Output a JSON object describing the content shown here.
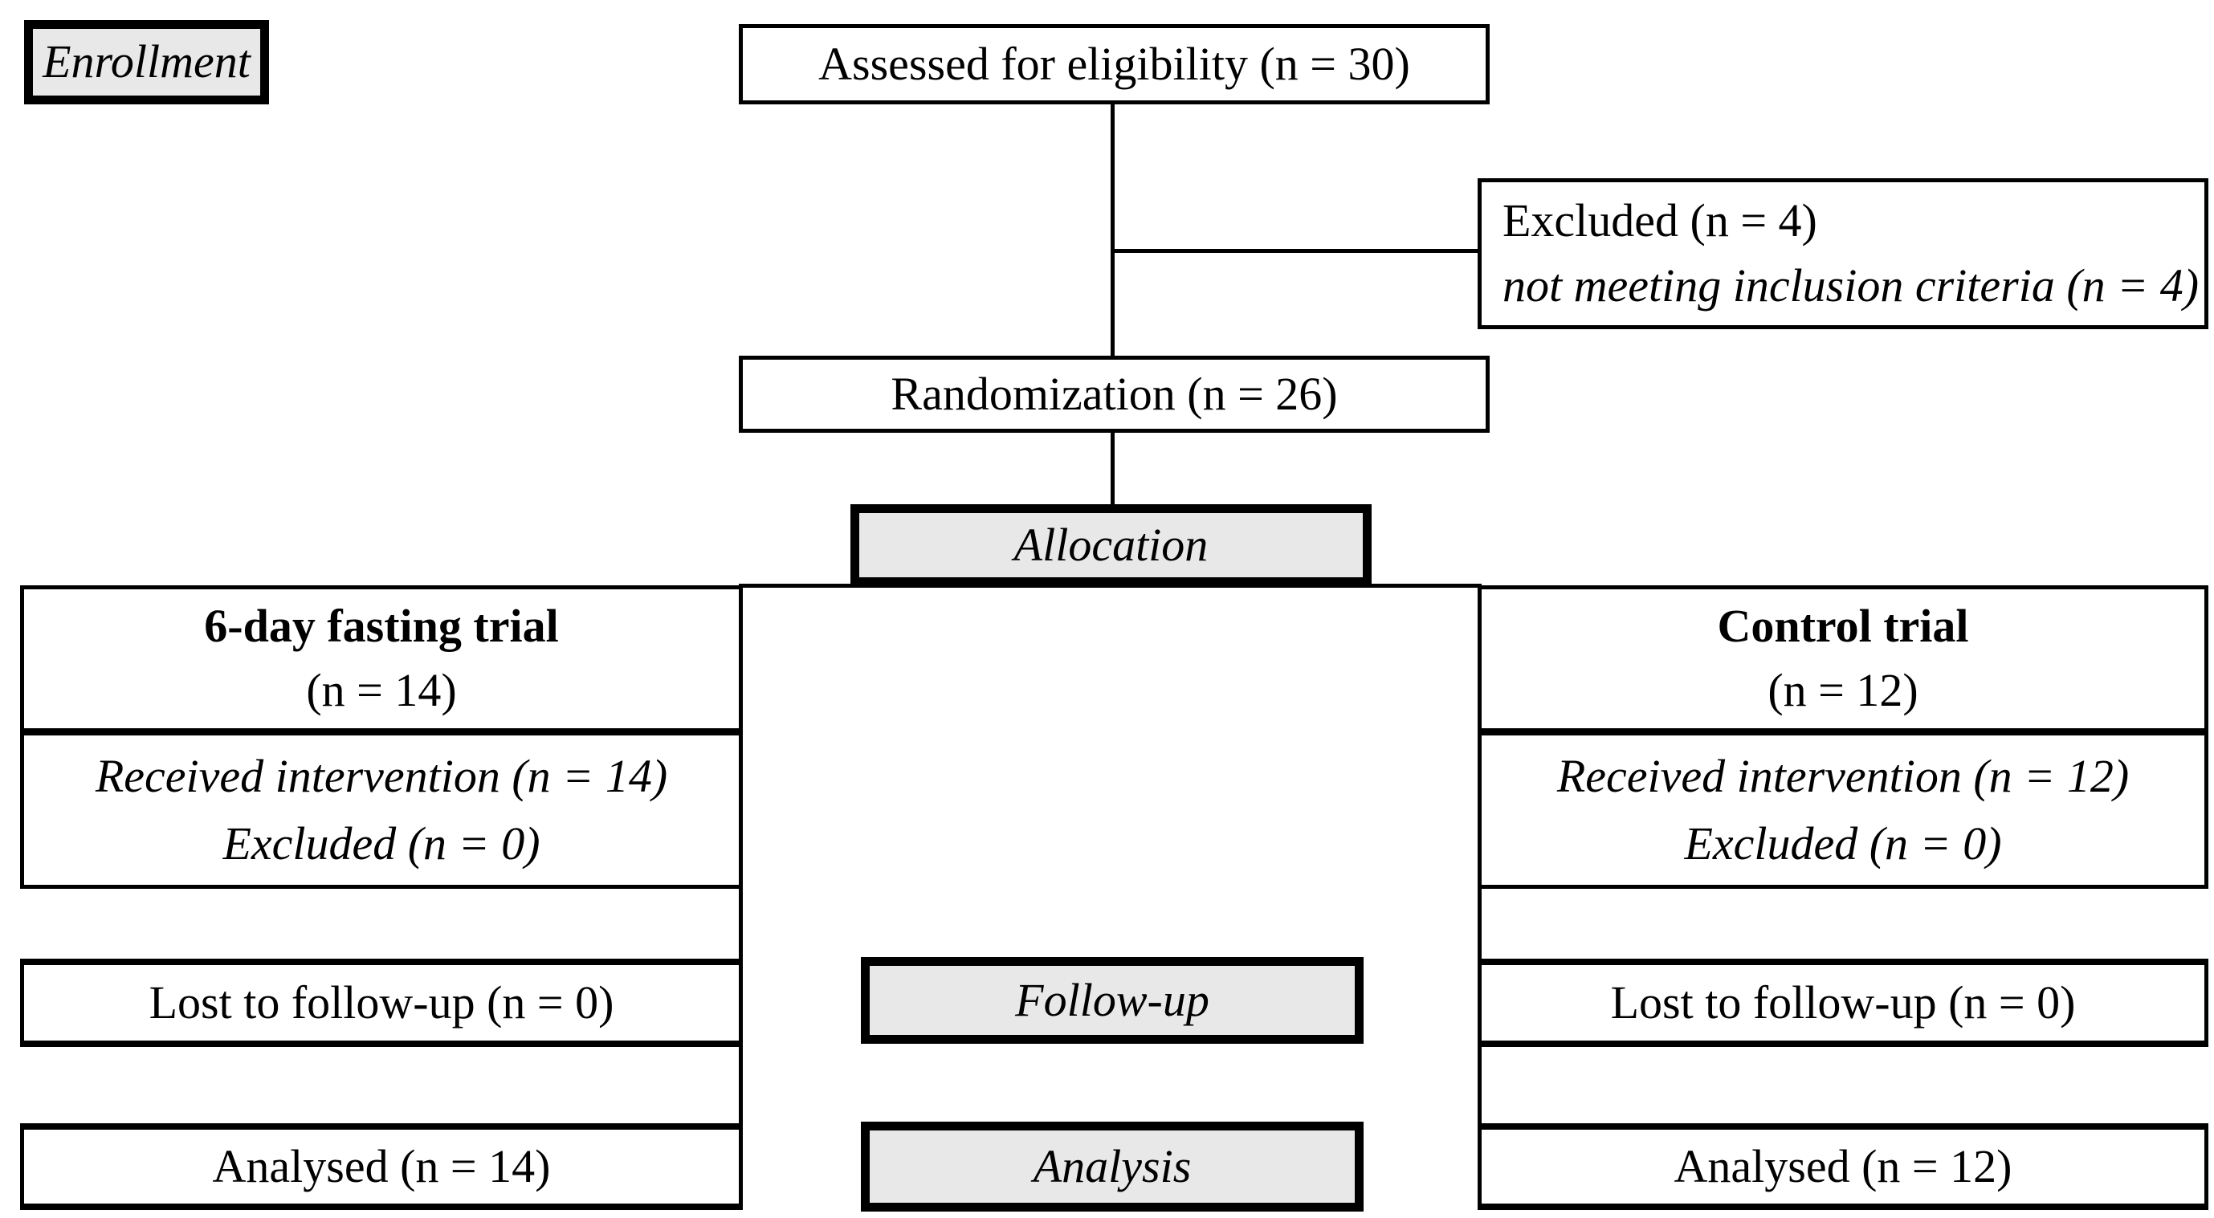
{
  "stages": {
    "enrollment": "Enrollment",
    "allocation": "Allocation",
    "follow_up": "Follow-up",
    "analysis": "Analysis"
  },
  "flow": {
    "assessed": "Assessed for eligibility (n = 30)",
    "excluded_count": "Excluded (n = 4)",
    "excluded_reason": "not meeting inclusion criteria (n = 4)",
    "randomization": "Randomization (n = 26)"
  },
  "arms": [
    {
      "title": "6-day fasting trial",
      "n": "(n = 14)",
      "received": "Received intervention (n = 14)",
      "excluded": "Excluded (n = 0)",
      "lost_to_follow_up": "Lost to follow-up (n = 0)",
      "analysed": "Analysed (n = 14)"
    },
    {
      "title": "Control trial",
      "n": "(n = 12)",
      "received": "Received intervention (n = 12)",
      "excluded": "Excluded (n = 0)",
      "lost_to_follow_up": "Lost to follow-up (n = 0)",
      "analysed": "Analysed (n = 12)"
    }
  ],
  "colors": {
    "stage_fill": "#e8e8e8",
    "line": "#000000",
    "box_background": "#ffffff"
  }
}
